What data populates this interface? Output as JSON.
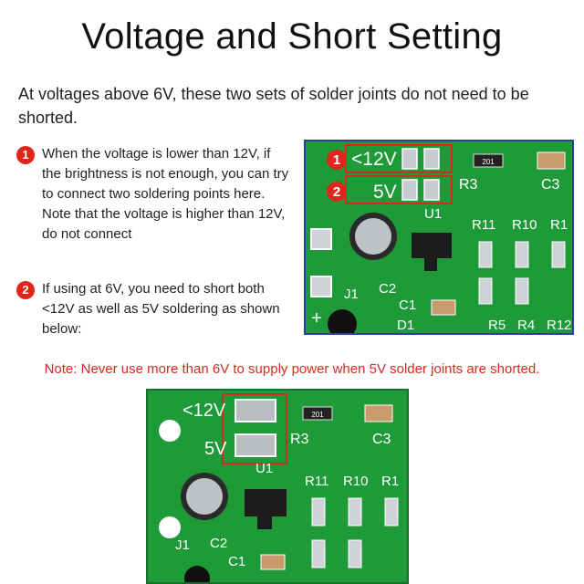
{
  "title": "Voltage and Short Setting",
  "intro": "At voltages above 6V, these two sets of solder joints do not need to be shorted.",
  "steps": [
    {
      "number": "1",
      "text": "When the voltage is lower than 12V, if the brightness is not enough, you can try to connect two soldering points here. Note that the voltage is higher than 12V, do not connect"
    },
    {
      "number": "2",
      "text": "If using at 6V, you need to short both <12V as well as 5V soldering as shown below:"
    }
  ],
  "note": "Note: Never use more than 6V to supply power when 5V solder joints are shorted.",
  "pcb_top": {
    "markers": [
      "1",
      "2"
    ],
    "labels": {
      "v12": "<12V",
      "v5": "5V",
      "u1": "U1",
      "r3": "R3",
      "c3": "C3",
      "r11": "R11",
      "r10": "R10",
      "r1": "R1",
      "j1": "J1",
      "c2": "C2",
      "c1": "C1",
      "d1": "D1",
      "r5": "R5",
      "r4": "R4",
      "r12": "R12",
      "plus": "+",
      "res_code": "201"
    }
  },
  "pcb_bottom": {
    "labels": {
      "v12": "<12V",
      "v5": "5V",
      "u1": "U1",
      "r3": "R3",
      "c3": "C3",
      "r11": "R11",
      "r10": "R10",
      "r1": "R1",
      "j1": "J1",
      "c2": "C2",
      "c1": "C1",
      "res_code": "201"
    }
  },
  "colors": {
    "board": "#1f9a38",
    "silkscreen": "#ffffff",
    "accent_red": "#d62a20",
    "frame_blue": "#2c3f9a"
  }
}
